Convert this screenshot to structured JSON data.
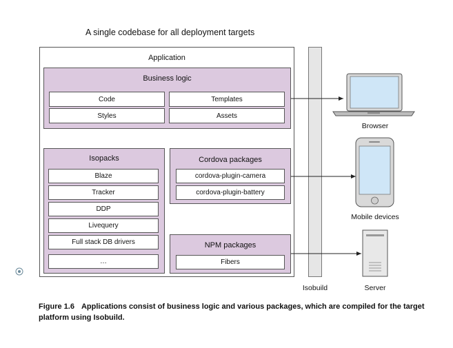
{
  "diagram": {
    "title": "A single codebase for all deployment targets",
    "application_label": "Application",
    "business_logic": {
      "label": "Business logic",
      "items": [
        "Code",
        "Templates",
        "Styles",
        "Assets"
      ]
    },
    "isopacks": {
      "label": "Isopacks",
      "items": [
        "Blaze",
        "Tracker",
        "DDP",
        "Livequery",
        "Full stack DB drivers",
        "…"
      ]
    },
    "cordova": {
      "label": "Cordova packages",
      "items": [
        "cordova-plugin-camera",
        "cordova-plugin-battery"
      ]
    },
    "npm": {
      "label": "NPM packages",
      "items": [
        "Fibers"
      ]
    },
    "isobuild_label": "Isobuild",
    "targets": {
      "browser": "Browser",
      "mobile": "Mobile devices",
      "server": "Server"
    }
  },
  "caption": {
    "label": "Figure 1.6",
    "text": "Applications consist of business logic and various packages, which are compiled for the target platform using Isobuild."
  },
  "colors": {
    "package_fill": "#dcc9df",
    "isobuild_fill": "#e6e6e6",
    "device_screen": "#cfe6f7"
  }
}
